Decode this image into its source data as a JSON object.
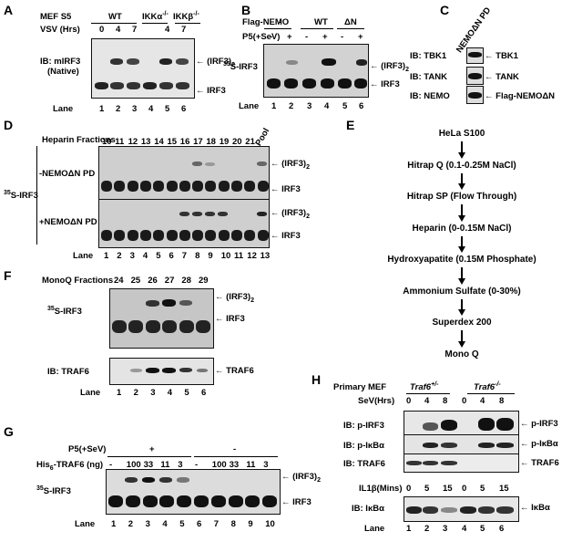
{
  "panels": {
    "A": {
      "letter": "A",
      "row1_label": "MEF S5",
      "group_wt": "WT",
      "group_ikka": "IKKα",
      "group_ikka_sup": "-/-",
      "group_ikkb": "IKKβ",
      "group_ikkb_sup": "-/-",
      "row2_label": "VSV (Hrs)",
      "times": [
        "0",
        "4",
        "7",
        "4",
        "7"
      ],
      "blot_label_1": "IB: mIRF3",
      "blot_label_2": "(Native)",
      "band_dimer": "(IRF3)",
      "band_dimer_sub": "2",
      "band_mono": "IRF3",
      "lane_label": "Lane",
      "lanes": [
        "1",
        "2",
        "3",
        "4",
        "5",
        "6"
      ]
    },
    "B": {
      "letter": "B",
      "row1_label": "Flag-NEMO",
      "groups": [
        "-",
        "WT",
        "ΔN"
      ],
      "row2_label": "P5(+SeV)",
      "treat": [
        "-",
        "+",
        "-",
        "+",
        "-",
        "+"
      ],
      "blot_label": "S-IRF3",
      "blot_label_sup": "35",
      "band_dimer": "(IRF3)",
      "band_dimer_sub": "2",
      "band_mono": "IRF3",
      "lane_label": "Lane",
      "lanes": [
        "1",
        "2",
        "3",
        "4",
        "5",
        "6"
      ]
    },
    "C": {
      "letter": "C",
      "header": "NEMOΔN PD",
      "rows": [
        {
          "label": "IB: TBK1",
          "band": "TBK1"
        },
        {
          "label": "IB: TANK",
          "band": "TANK"
        },
        {
          "label": "IB: NEMO",
          "band": "Flag-NEMOΔN"
        }
      ]
    },
    "D": {
      "letter": "D",
      "header": "Heparin Fractions",
      "fractions": [
        "10",
        "11",
        "12",
        "13",
        "14",
        "15",
        "16",
        "17",
        "18",
        "19",
        "20",
        "21"
      ],
      "pool": "Pool",
      "side_label": "S-IRF3",
      "side_label_sup": "35",
      "blot_top": "-NEMOΔN PD",
      "blot_bottom": "+NEMOΔN PD",
      "band_dimer": "(IRF3)",
      "band_dimer_sub": "2",
      "band_mono": "IRF3",
      "lane_label": "Lane",
      "lanes": [
        "1",
        "2",
        "3",
        "4",
        "5",
        "6",
        "7",
        "8",
        "9",
        "10",
        "11",
        "12",
        "13"
      ]
    },
    "E": {
      "letter": "E",
      "steps": [
        "HeLa S100",
        "Hitrap Q (0.1-0.25M NaCl)",
        "Hitrap SP (Flow Through)",
        "Heparin (0-0.15M NaCl)",
        "Hydroxyapatite (0.15M Phosphate)",
        "Ammonium Sulfate (0-30%)",
        "Superdex 200",
        "Mono Q"
      ]
    },
    "F": {
      "letter": "F",
      "header": "MonoQ Fractions",
      "fractions": [
        "24",
        "25",
        "26",
        "27",
        "28",
        "29"
      ],
      "blot_label_top": "S-IRF3",
      "blot_label_top_sup": "35",
      "blot_label_bottom": "IB: TRAF6",
      "band_dimer": "(IRF3)",
      "band_dimer_sub": "2",
      "band_mono": "IRF3",
      "band_traf6": "TRAF6",
      "lane_label": "Lane",
      "lanes": [
        "1",
        "2",
        "3",
        "4",
        "5",
        "6"
      ]
    },
    "G": {
      "letter": "G",
      "row1_label": "P5(+SeV)",
      "groups": [
        "+",
        "-"
      ],
      "row2_label": "His",
      "row2_label_sub": "6",
      "row2_label_rest": "-TRAF6 (ng)",
      "doses": [
        "-",
        "100",
        "33",
        "11",
        "3",
        "-",
        "100",
        "33",
        "11",
        "3"
      ],
      "blot_label": "S-IRF3",
      "blot_label_sup": "35",
      "band_dimer": "(IRF3)",
      "band_dimer_sub": "2",
      "band_mono": "IRF3",
      "lane_label": "Lane",
      "lanes": [
        "1",
        "2",
        "3",
        "4",
        "5",
        "6",
        "7",
        "8",
        "9",
        "10"
      ]
    },
    "H": {
      "letter": "H",
      "row1_label": "Primary MEF",
      "group1": "Traf6",
      "group1_sup": "+/-",
      "group2": "Traf6",
      "group2_sup": "-/-",
      "row2_label": "SeV(Hrs)",
      "times": [
        "0",
        "4",
        "8",
        "0",
        "4",
        "8"
      ],
      "blots": [
        {
          "label": "IB: p-IRF3",
          "band": "p-IRF3"
        },
        {
          "label": "IB: p-IκBα",
          "band": "p-IκBα"
        },
        {
          "label": "IB: TRAF6",
          "band": "TRAF6"
        }
      ],
      "il1_label": "IL1β(Mins)",
      "il1_times": [
        "0",
        "5",
        "15",
        "0",
        "5",
        "15"
      ],
      "ikb_label": "IB: IκBα",
      "ikb_band": "IκBα",
      "lane_label": "Lane",
      "lanes": [
        "1",
        "2",
        "3",
        "4",
        "5",
        "6"
      ]
    }
  }
}
